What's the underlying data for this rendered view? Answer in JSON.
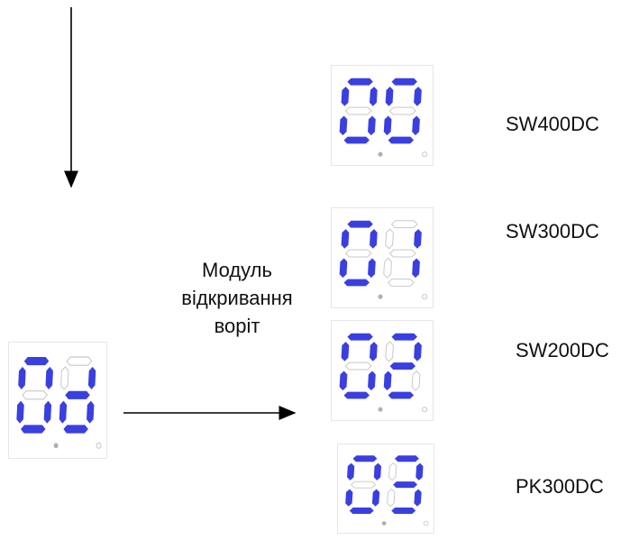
{
  "center_label": [
    "Модуль",
    "відкривання",
    "воріт"
  ],
  "input_display": {
    "digits": [
      "0",
      "d"
    ],
    "dots": [
      true,
      false
    ]
  },
  "options": [
    {
      "digits": [
        "0",
        "0"
      ],
      "label": "SW400DC",
      "dots": [
        true,
        false
      ]
    },
    {
      "digits": [
        "0",
        "1"
      ],
      "label": "SW300DC",
      "dots": [
        true,
        false
      ]
    },
    {
      "digits": [
        "0",
        "2"
      ],
      "label": "SW200DC",
      "dots": [
        true,
        false
      ]
    },
    {
      "digits": [
        "0",
        "3"
      ],
      "label": "PK300DC",
      "dots": [
        true,
        false
      ]
    }
  ],
  "colors": {
    "segment_on": "#3a3fe0",
    "segment_off": "#ffffff",
    "arrow": "#000000"
  }
}
